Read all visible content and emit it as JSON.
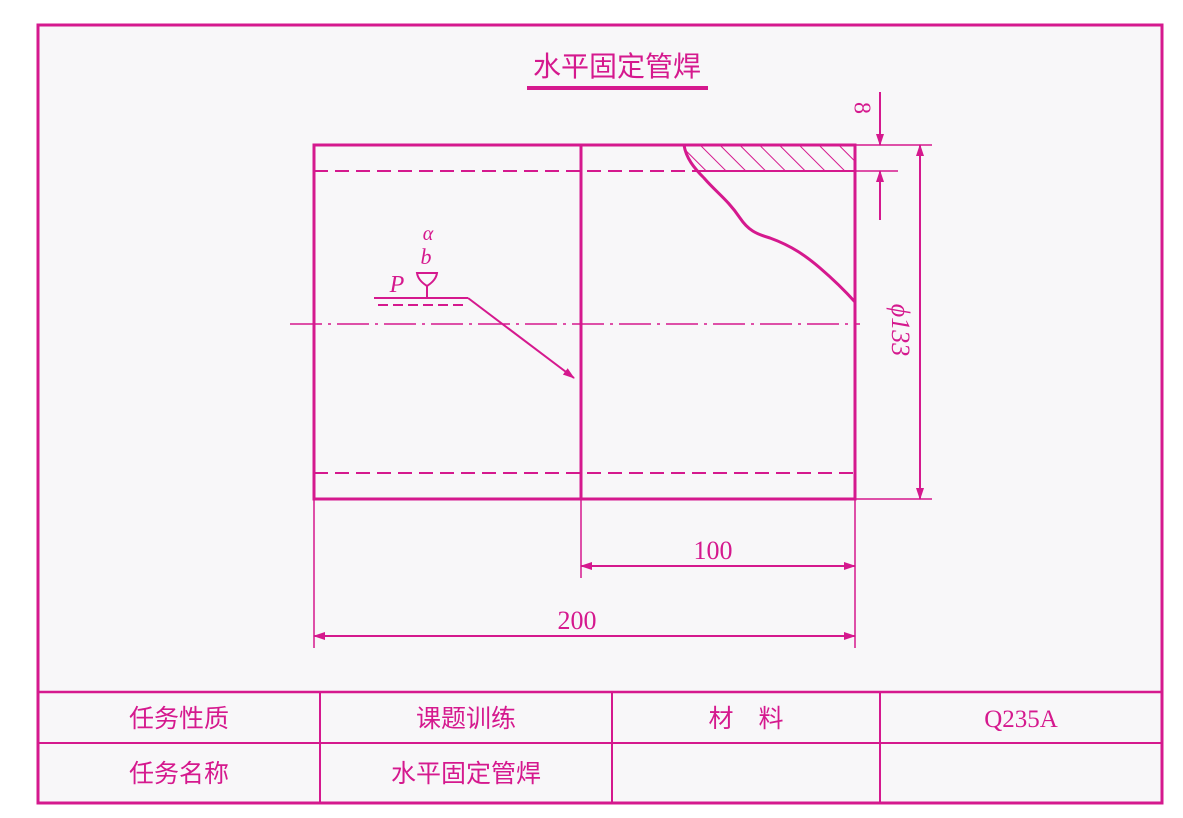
{
  "drawing": {
    "title": "水平固定管焊",
    "weld_symbol": {
      "label_p": "P",
      "label_b": "b",
      "label_alpha": "α"
    },
    "dimensions": {
      "wall_thickness": "8",
      "diameter": "ϕ133",
      "half_length": "100",
      "total_length": "200"
    }
  },
  "info_table": {
    "rows": [
      {
        "label": "任务性质",
        "value": "课题训练",
        "label2": "材　料",
        "value2": "Q235A"
      },
      {
        "label": "任务名称",
        "value": "水平固定管焊",
        "label2": "",
        "value2": ""
      }
    ]
  },
  "colors": {
    "line": "#d5198e",
    "background": "#f8f7f9"
  }
}
